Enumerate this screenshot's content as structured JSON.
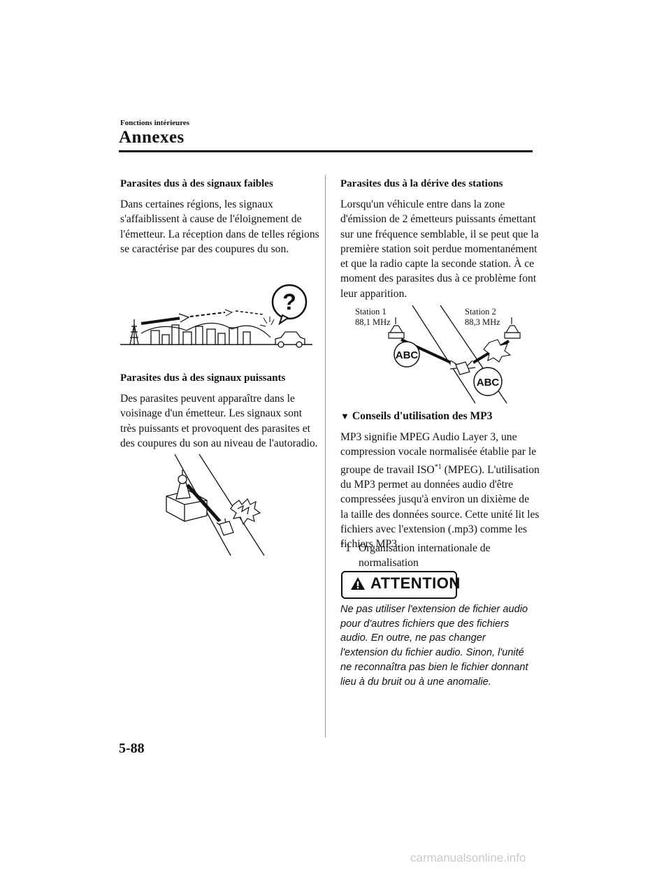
{
  "header": {
    "section": "Fonctions intérieures",
    "chapter": "Annexes"
  },
  "left": {
    "weak": {
      "heading": "Parasites dus à des signaux faibles",
      "body": "Dans certaines régions, les signaux s'affaiblissent à cause de l'éloignement de l'émetteur. La réception dans de telles régions se caractérise par des coupures du son."
    },
    "strong": {
      "heading": "Parasites dus à des signaux puissants",
      "body": "Des parasites peuvent apparaître dans le voisinage d'un émetteur. Les signaux sont très puissants et provoquent des parasites et des coupures du son au niveau de l'autoradio."
    }
  },
  "right": {
    "drift": {
      "heading": "Parasites dus à la dérive des stations",
      "body": "Lorsqu'un véhicule entre dans la zone d'émission de 2 émetteurs puissants émettant sur une fréquence semblable, il se peut que la première station soit perdue momentanément et que la radio capte la seconde station. À ce moment des parasites dus à ce problème font leur apparition.",
      "station1_name": "Station 1",
      "station1_freq": "88,1 MHz",
      "station2_name": "Station 2",
      "station2_freq": "88,3 MHz",
      "sign1": "ABC",
      "sign2": "ABC"
    },
    "mp3": {
      "heading": "Conseils d'utilisation des MP3",
      "body_before_sup": "MP3 signifie MPEG Audio Layer 3, une compression vocale normalisée établie par le groupe de travail ISO",
      "sup": "*1",
      "body_after_sup": " (MPEG). L'utilisation du MP3 permet au données audio d'être compressées jusqu'à environ un dixième de la taille des données source. Cette unité lit les fichiers avec l'extension (.mp3) comme les fichiers MP3.",
      "footnote_mark": "*",
      "footnote_num": "1",
      "footnote_text": "Organisation internationale de normalisation"
    },
    "attention": {
      "label": "ATTENTION",
      "text": "Ne pas utiliser l'extension de fichier audio pour d'autres fichiers que des fichiers audio. En outre, ne pas changer l'extension du fichier audio. Sinon, l'unité ne reconnaîtra pas bien le fichier donnant lieu à du bruit ou à une anomalie."
    }
  },
  "footer": {
    "page_number": "5-88",
    "watermark": "carmanualsonline.info"
  },
  "icons": {
    "question": "question-bubble-icon",
    "warning": "warning-triangle-icon",
    "heading_bullet": "triangle-down-icon"
  }
}
